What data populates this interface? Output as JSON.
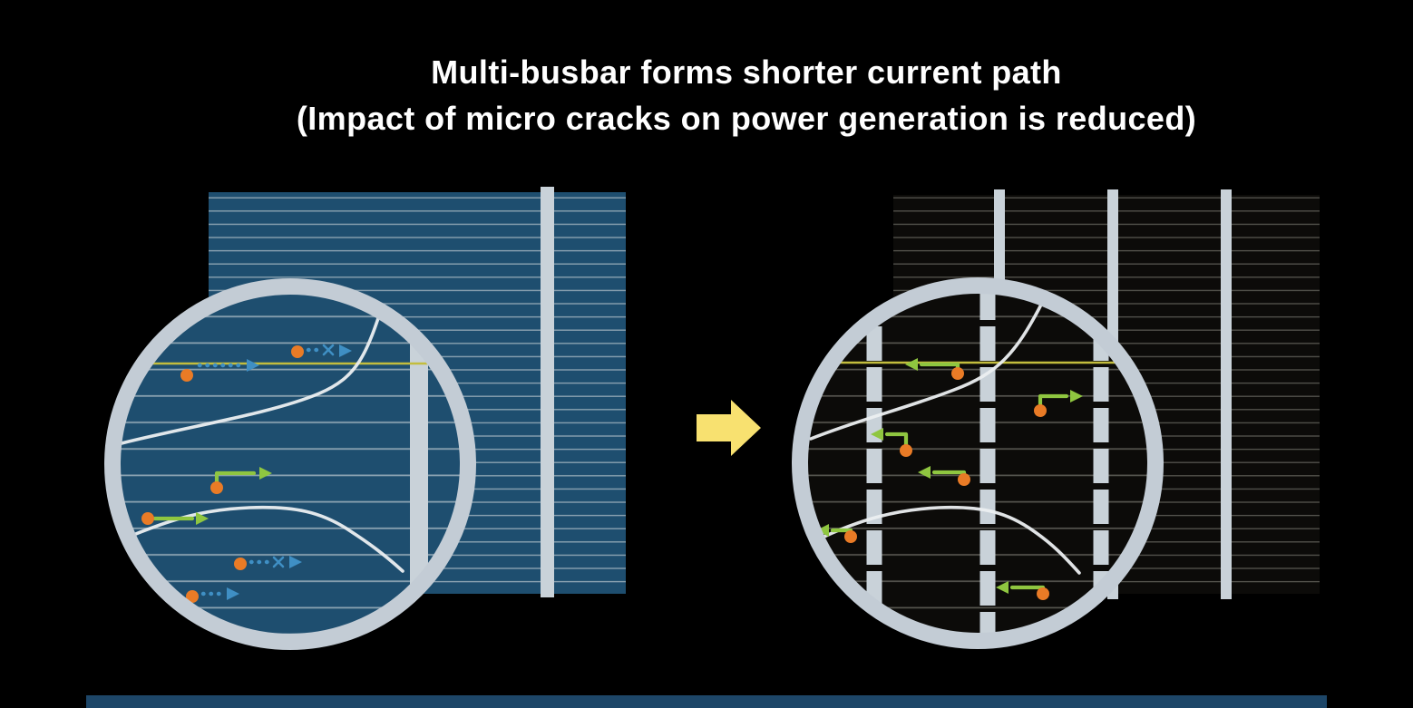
{
  "title": {
    "line1": "Multi-busbar forms shorter current path",
    "line2": "(Impact of micro cracks on power generation is reduced)"
  },
  "panels": {
    "left": {
      "name": "conventional-busbar-cell",
      "busbar_count": 1,
      "magnifier_features": [
        "micro-crack-lines",
        "electron-dots",
        "long-dotted-current-paths",
        "blocked-path-x-marks",
        "green-current-arrows"
      ]
    },
    "right": {
      "name": "multi-busbar-cell",
      "busbar_count": 3,
      "magnifier_features": [
        "micro-crack-lines",
        "electron-dots",
        "short-green-current-arrows",
        "segmented-busbars"
      ]
    },
    "transition": {
      "icon": "right-arrow-icon"
    }
  },
  "colors": {
    "background": "#000000",
    "title_text": "#ffffff",
    "cell_blue": "#1e4e6f",
    "finger_blue": "#8aa2b1",
    "cell_dark": "#0c0b09",
    "finger_dark": "#55544e",
    "busbar_silver": "#c9d2d9",
    "magnifier_ring": "#c3ccd5",
    "transition_arrow_yellow": "#f8e170",
    "electron_orange": "#e97b26",
    "path_blue": "#3f8fc4",
    "path_green": "#8fc640",
    "crack_white": "#eceff1",
    "highlight_line_yellow": "#c3bd3d",
    "bottom_strip_blue": "#1d4668"
  }
}
